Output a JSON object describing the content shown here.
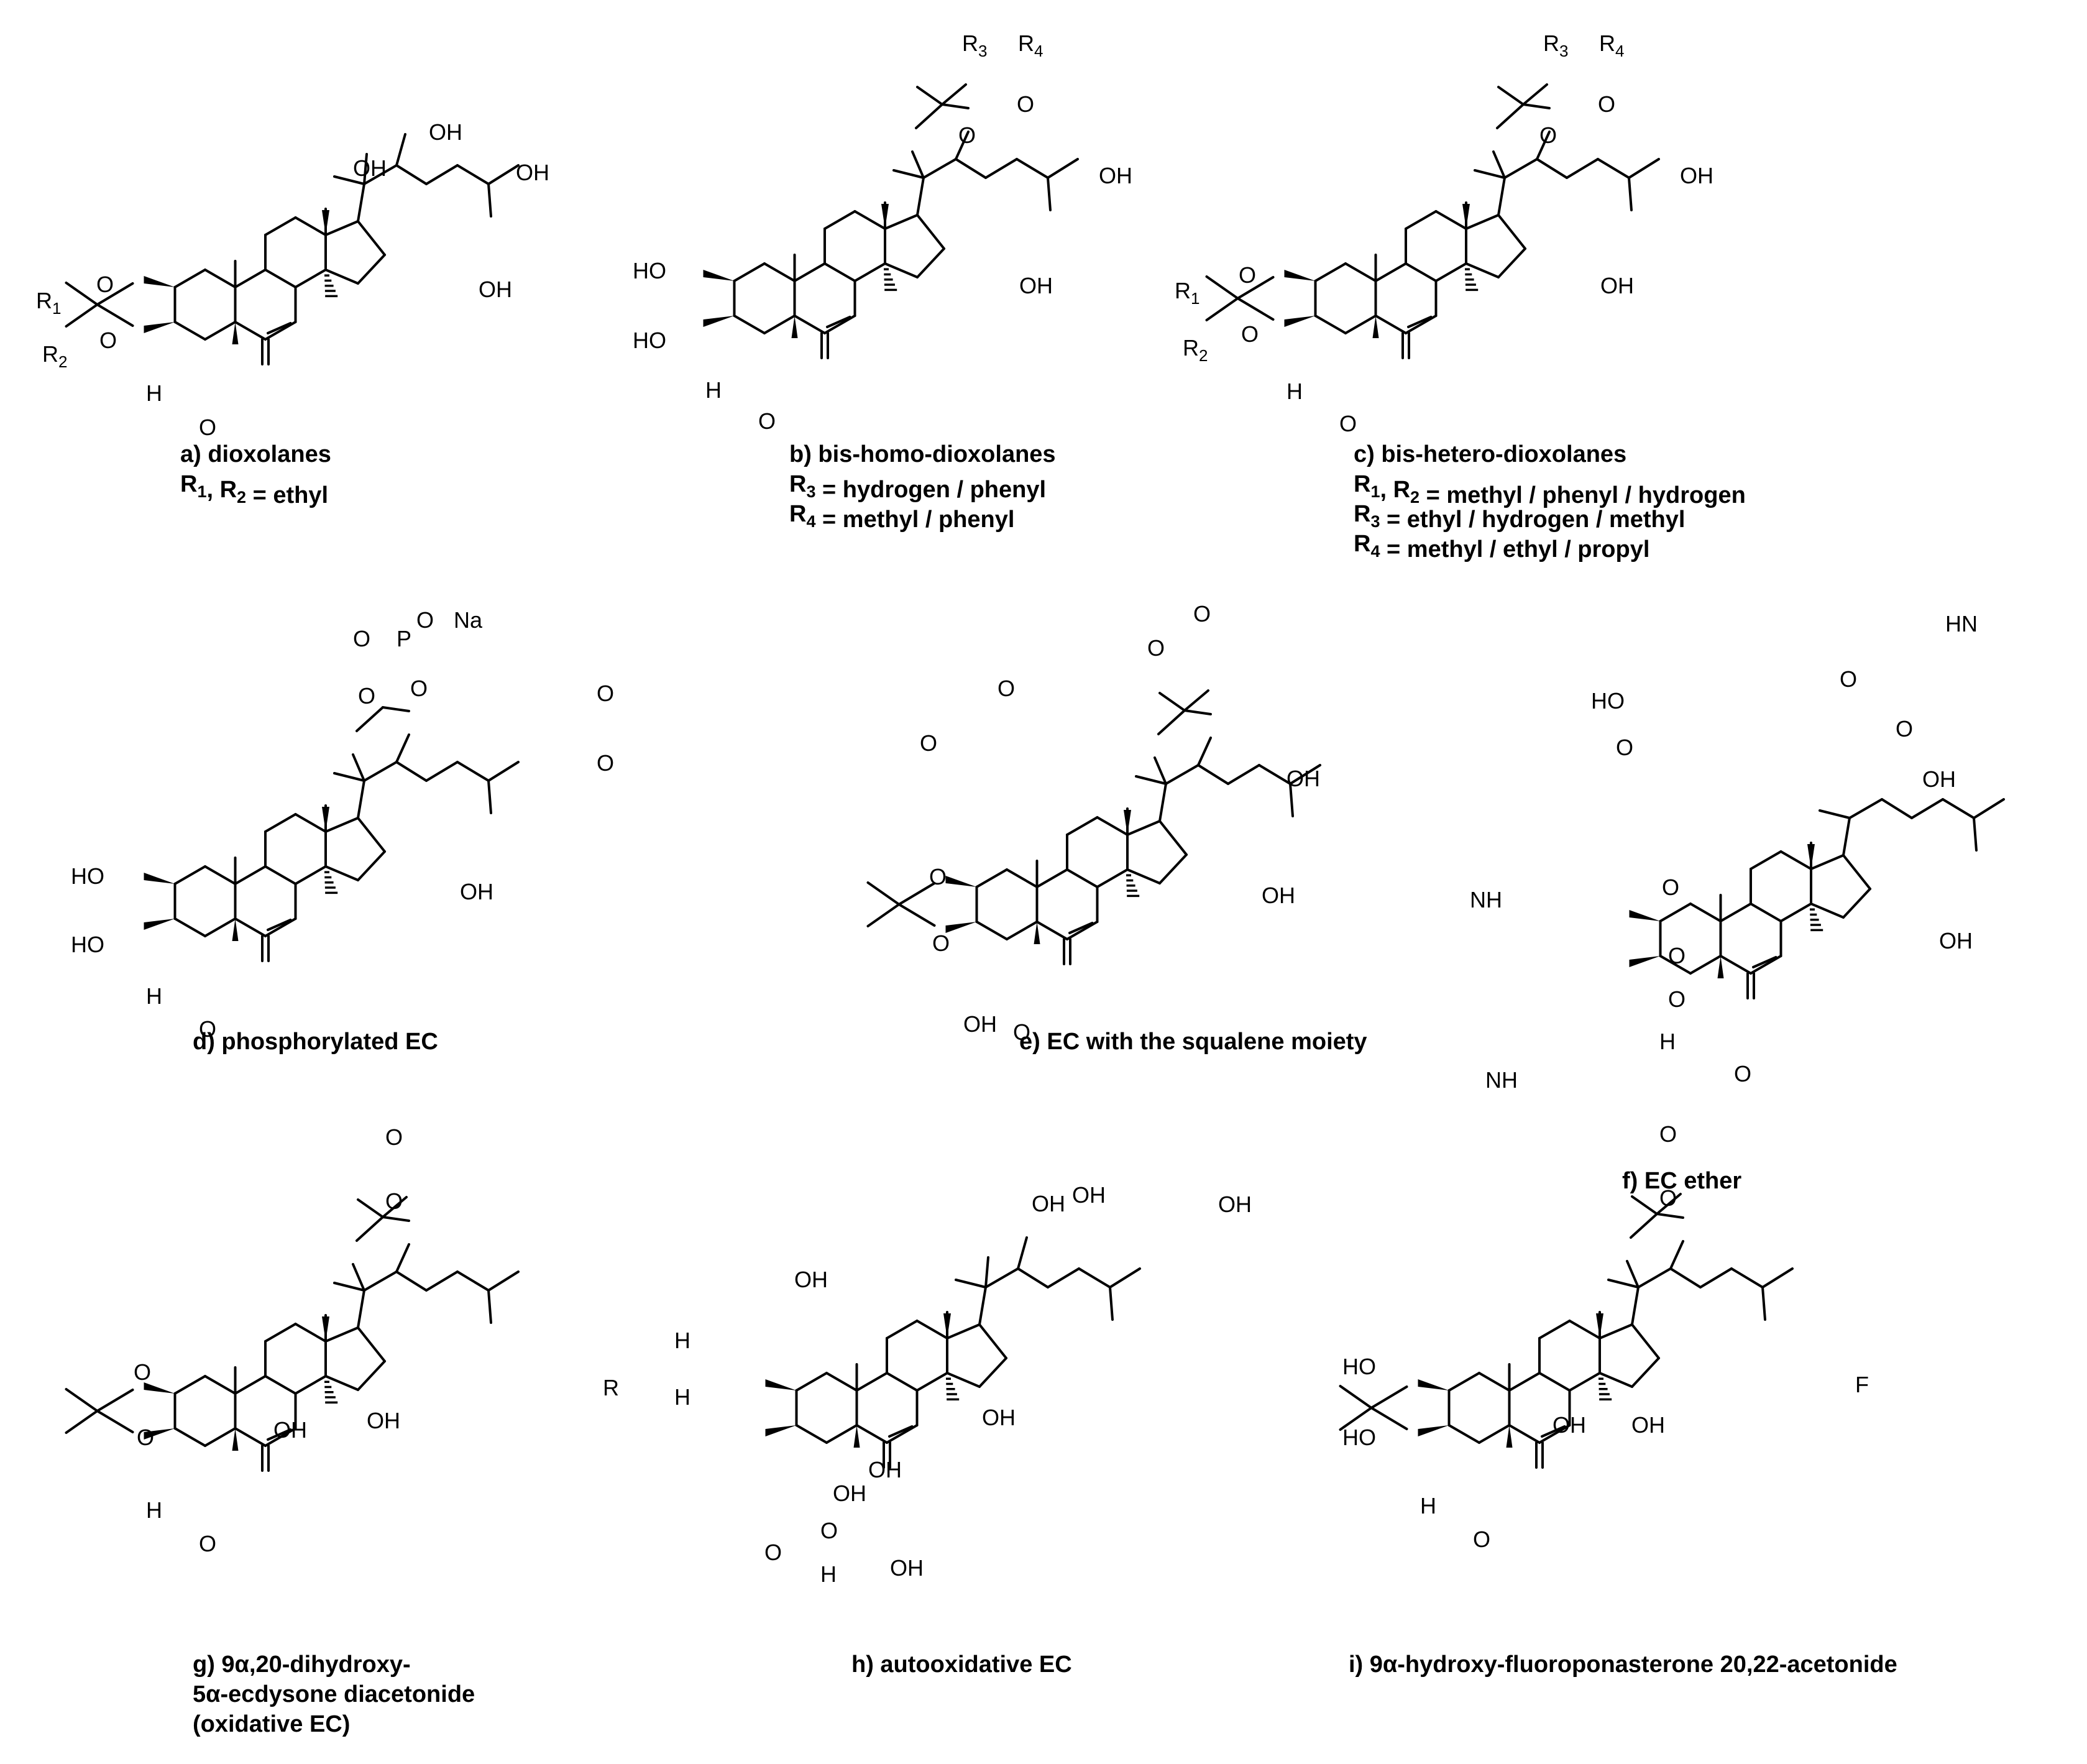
{
  "compounds": [
    {
      "caption": [
        "a) dioxolanes",
        "R<sub>1</sub>, R<sub>2</sub> = ethyl"
      ],
      "labels": [
        "R1",
        "R2",
        "OH",
        "OH",
        "OH",
        "OH",
        "O",
        "O",
        "H",
        "O"
      ]
    },
    {
      "caption": [
        "b) bis-homo-dioxolanes",
        "R<sub>3</sub> = hydrogen / phenyl",
        "R<sub>4</sub> = methyl / phenyl"
      ],
      "labels": [
        "R3",
        "R4",
        "O",
        "O",
        "OH",
        "OH",
        "HO",
        "HO",
        "H",
        "O"
      ]
    },
    {
      "caption": [
        "c) bis-hetero-dioxolanes",
        "R<sub>1</sub>, R<sub>2</sub> = methyl / phenyl / hydrogen",
        "R<sub>3</sub> = ethyl / hydrogen / methyl",
        "R<sub>4</sub> = methyl / ethyl / propyl"
      ],
      "labels": [
        "R3",
        "R4",
        "O",
        "O",
        "OH",
        "R1",
        "R2",
        "O",
        "O",
        "OH",
        "H",
        "O"
      ]
    },
    {
      "caption": [
        "d) phosphorylated EC"
      ],
      "labels": [
        "O",
        "Na",
        "O",
        "P",
        "O",
        "O",
        "HO",
        "HO",
        "OH",
        "H",
        "O"
      ]
    },
    {
      "caption": [
        "e) EC with the squalene moiety"
      ],
      "labels": [
        "O",
        "O",
        "O",
        "O",
        "O",
        "O",
        "OH",
        "O",
        "O",
        "OH",
        "OH",
        "O"
      ]
    },
    {
      "caption": [
        "f) EC ether"
      ],
      "labels": [
        "HN",
        "O",
        "HO",
        "O",
        "OH",
        "O",
        "O",
        "NH",
        "O",
        "O",
        "OH",
        "H",
        "O",
        "NH"
      ]
    },
    {
      "caption": [
        "g) 9α,20-dihydroxy-",
        "5α-ecdysone diacetonide",
        "(oxidative EC)"
      ],
      "labels": [
        "O",
        "O",
        "R",
        "O",
        "O",
        "OH",
        "OH",
        "H",
        "O"
      ]
    },
    {
      "caption": [
        "h) autooxidative EC"
      ],
      "labels": [
        "OH",
        "OH",
        "OH",
        "OH",
        "H",
        "H",
        "OH",
        "OH",
        "O",
        "OH",
        "O",
        "H",
        "OH"
      ]
    },
    {
      "caption": [
        "i) 9α-hydroxy-fluoroponasterone 20,22-acetonide"
      ],
      "labels": [
        "O",
        "O",
        "F",
        "HO",
        "HO",
        "OH",
        "OH",
        "H",
        "O"
      ]
    }
  ]
}
